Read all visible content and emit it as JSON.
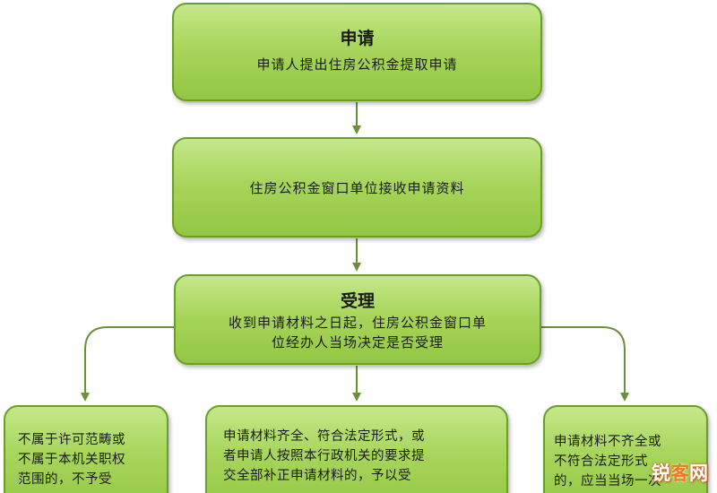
{
  "diagram": {
    "nodes": {
      "apply": {
        "title": "申请",
        "text": "申请人提出住房公积金提取申请"
      },
      "receive": {
        "text": "住房公积金窗口单位接收申请资料"
      },
      "accept": {
        "title": "受理",
        "lines": [
          "收到申请材料之日起，住房公积金窗口单",
          "位经办人当场决定是否受理"
        ]
      },
      "left": {
        "lines": [
          "不属于许可范畴或",
          "不属于本机关职权",
          "范围的，不予受"
        ]
      },
      "center": {
        "lines": [
          "申请材料齐全、符合法定形式，或",
          "者申请人按照本行政机关的要求提",
          "交全部补正申请材料的，予以受"
        ]
      },
      "right": {
        "lines": [
          "申请材料不齐全或",
          "不符合法定形式",
          "的，应当当场一次"
        ]
      }
    }
  },
  "colors": {
    "box_fill_top": "#c4e88a",
    "box_fill_bottom": "#93c743",
    "box_border": "#6c9c2b",
    "arrow": "#6c8f3a"
  },
  "watermark": {
    "part1": "锐",
    "part2": "客",
    "part3": "网"
  }
}
